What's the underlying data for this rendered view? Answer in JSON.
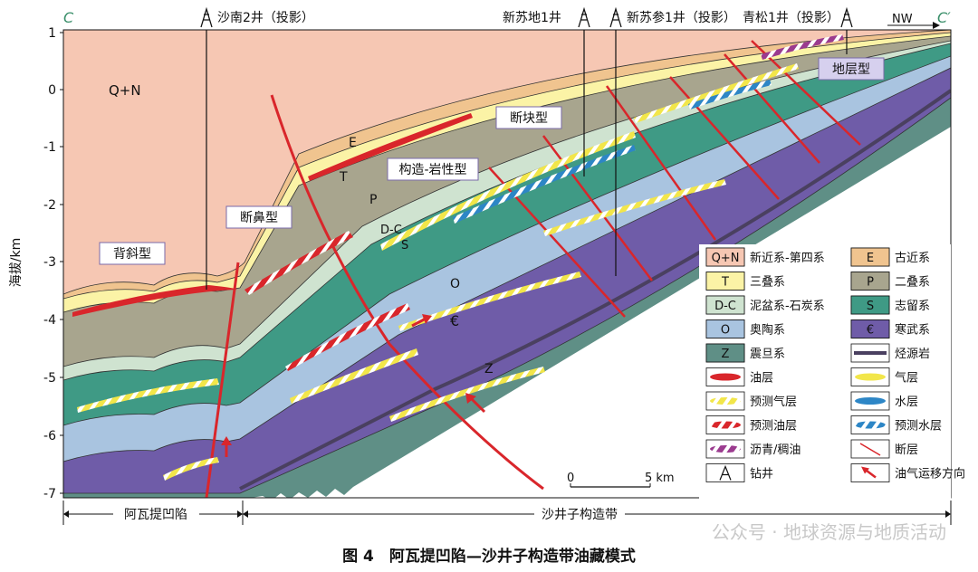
{
  "section": {
    "start_label": "C",
    "end_label": "C′",
    "direction": "NW"
  },
  "wells": [
    "沙南2井（投影）",
    "新苏地1井",
    "新苏参1井（投影）",
    "青松1井（投影）"
  ],
  "yaxis": {
    "label": "海拔/km",
    "ticks": [
      "1",
      "0",
      "-1",
      "-2",
      "-3",
      "-4",
      "-5",
      "-6",
      "-7"
    ]
  },
  "strata_labels": {
    "qn": "Q+N",
    "e": "E",
    "t": "T",
    "p": "P",
    "dc": "D-C",
    "s": "S",
    "o": "O",
    "cambrian": "€",
    "z": "Z"
  },
  "trap_types": [
    "背斜型",
    "断鼻型",
    "构造-岩性型",
    "断块型",
    "地层型"
  ],
  "legend": [
    {
      "code": "Q+N",
      "text": "新近系-第四系",
      "color": "#f6c7b3",
      "kind": "box"
    },
    {
      "code": "E",
      "text": "古近系",
      "color": "#f0c48f",
      "kind": "box"
    },
    {
      "code": "T",
      "text": "三叠系",
      "color": "#fbf3a6",
      "kind": "box"
    },
    {
      "code": "P",
      "text": "二叠系",
      "color": "#a8a58e",
      "kind": "box"
    },
    {
      "code": "D-C",
      "text": "泥盆系-石炭系",
      "color": "#cfe3d0",
      "kind": "box"
    },
    {
      "code": "S",
      "text": "志留系",
      "color": "#3f9a85",
      "kind": "box"
    },
    {
      "code": "O",
      "text": "奥陶系",
      "color": "#a9c4e0",
      "kind": "box"
    },
    {
      "code": "€",
      "text": "寒武系",
      "color": "#6f5ca8",
      "kind": "box"
    },
    {
      "code": "Z",
      "text": "震旦系",
      "color": "#5f8f86",
      "kind": "box"
    },
    {
      "code": "",
      "text": "烃源岩",
      "color": "#4a4060",
      "kind": "source"
    },
    {
      "code": "",
      "text": "油层",
      "color": "#d9262b",
      "kind": "oil"
    },
    {
      "code": "",
      "text": "气层",
      "color": "#f2e64a",
      "kind": "gas"
    },
    {
      "code": "",
      "text": "预测气层",
      "color": "#f2e64a",
      "kind": "pgas"
    },
    {
      "code": "",
      "text": "水层",
      "color": "#2d86c6",
      "kind": "water"
    },
    {
      "code": "",
      "text": "预测油层",
      "color": "#d9262b",
      "kind": "poil"
    },
    {
      "code": "",
      "text": "预测水层",
      "color": "#2d86c6",
      "kind": "pwater"
    },
    {
      "code": "",
      "text": "沥青/稠油",
      "color": "#9b3b8f",
      "kind": "bitumen"
    },
    {
      "code": "",
      "text": "断层",
      "color": "#d9262b",
      "kind": "fault"
    },
    {
      "code": "",
      "text": "钻井",
      "color": "#111111",
      "kind": "well"
    },
    {
      "code": "",
      "text": "油气运移方向",
      "color": "#d9262b",
      "kind": "arrow"
    }
  ],
  "scale": {
    "zero": "0",
    "length": "5 km"
  },
  "regions": [
    "阿瓦提凹陷",
    "沙井子构造带"
  ],
  "caption": "图 4　阿瓦提凹陷—沙井子构造带油藏模式",
  "watermark": "公众号 · 地球资源与地质活动"
}
